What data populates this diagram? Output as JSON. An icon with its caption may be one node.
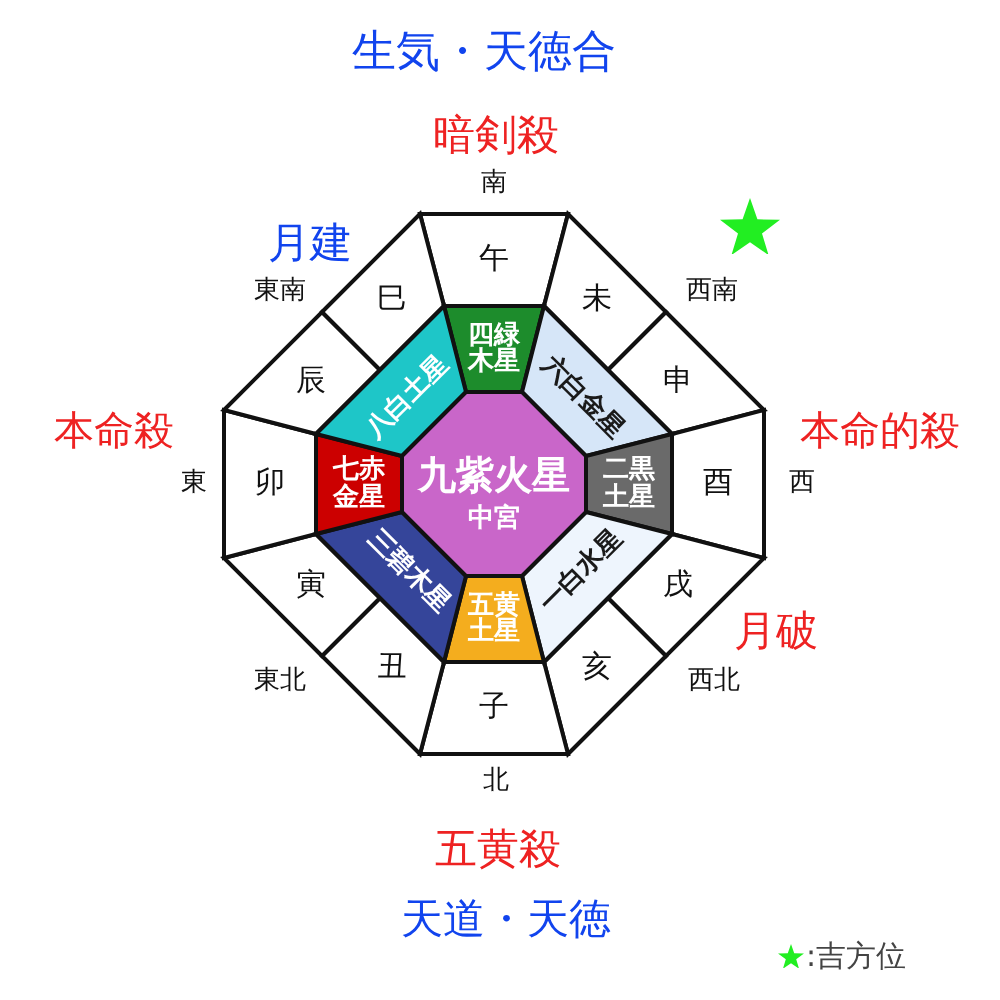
{
  "diagram": {
    "nodes": [
      {
        "text": [
          "午"
        ]
      },
      {
        "text": [
          "未"
        ]
      },
      {
        "text": [
          "申"
        ]
      },
      {
        "text": [
          "酉"
        ]
      },
      {
        "text": [
          "戌"
        ]
      },
      {
        "text": [
          "亥"
        ]
      },
      {
        "text": [
          "子"
        ]
      },
      {
        "text": [
          "丑"
        ]
      },
      {
        "text": [
          "寅"
        ]
      },
      {
        "text": [
          "卯"
        ]
      },
      {
        "text": [
          "辰"
        ]
      },
      {
        "text": [
          "巳"
        ]
      },
      {
        "text": [
          "四緑木星"
        ]
      },
      {
        "text": [
          "六白金星"
        ]
      },
      {
        "text": [
          "二黒土星"
        ]
      },
      {
        "text": [
          "一白水星"
        ]
      },
      {
        "text": [
          "五黄土星"
        ]
      },
      {
        "text": [
          "三碧木星"
        ]
      },
      {
        "text": [
          "七赤金星"
        ]
      },
      {
        "text": [
          "八白土星"
        ]
      },
      {
        "text": [
          "九紫火星",
          "中宮"
        ]
      }
    ],
    "labels": [
      "生気・天徳合",
      "暗剣殺",
      "南",
      "月建",
      "東南",
      "西南",
      "本命殺",
      "本命的殺",
      "東",
      "西",
      "月破",
      "東北",
      "西北",
      "北",
      "五黄殺",
      "天道・天徳"
    ],
    "legend": [
      {
        "text": ":吉方位"
      }
    ]
  }
}
